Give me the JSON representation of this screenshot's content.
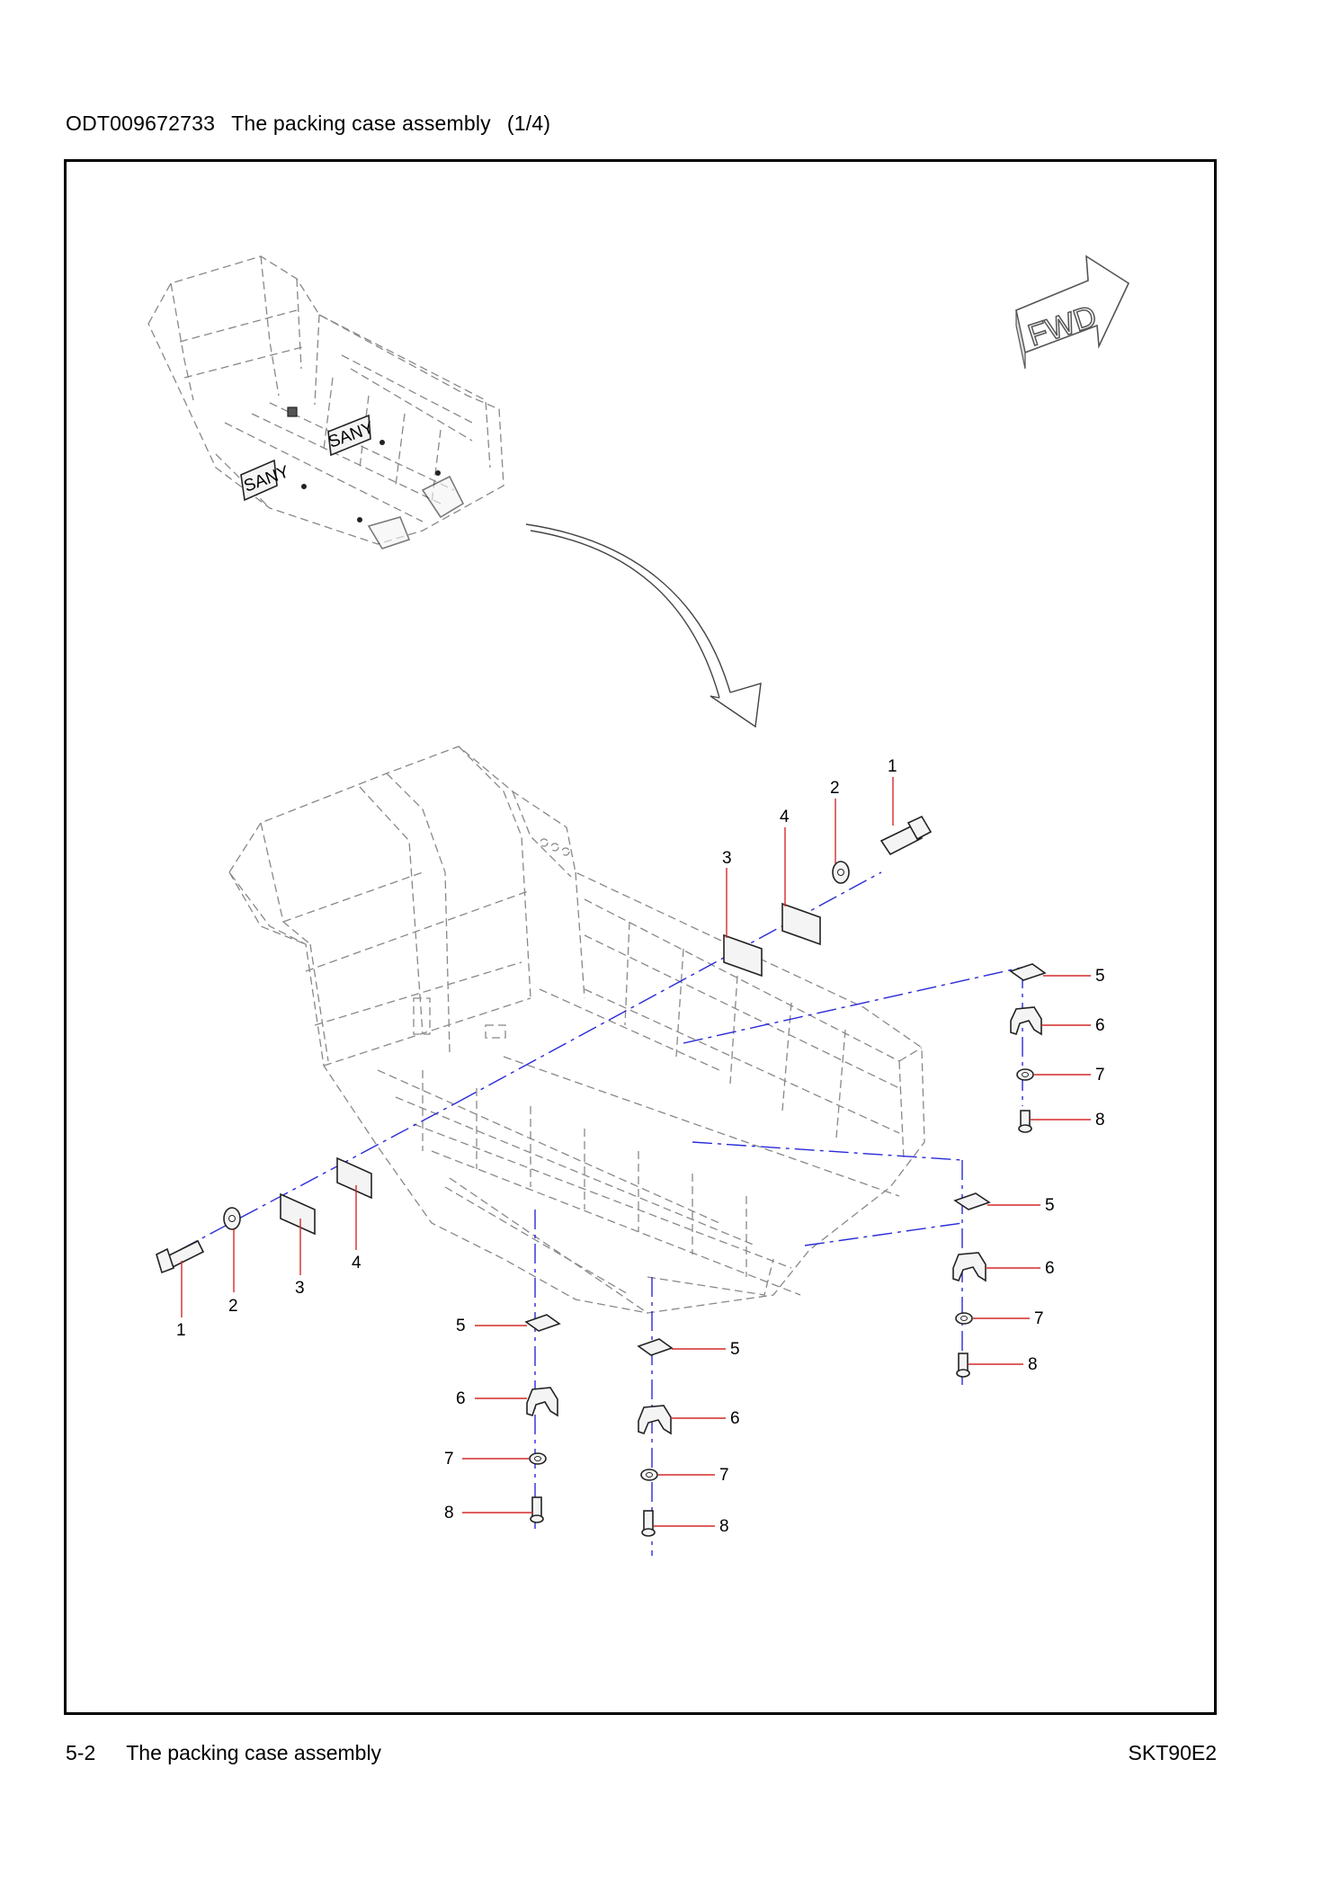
{
  "header": {
    "part_code": "ODT009672733",
    "title": "The packing case assembly",
    "page_fraction": "(1/4)"
  },
  "footer": {
    "section": "5-2",
    "title": "The packing case assembly",
    "model": "SKT90E2"
  },
  "diagram": {
    "direction_label": "FWD",
    "brand_mark": "SANY",
    "callouts": [
      {
        "id": "top-1",
        "label": "1"
      },
      {
        "id": "top-2",
        "label": "2"
      },
      {
        "id": "top-3",
        "label": "3"
      },
      {
        "id": "top-4",
        "label": "4"
      },
      {
        "id": "left-1",
        "label": "1"
      },
      {
        "id": "left-2",
        "label": "2"
      },
      {
        "id": "left-3",
        "label": "3"
      },
      {
        "id": "left-4",
        "label": "4"
      },
      {
        "id": "r1-5",
        "label": "5"
      },
      {
        "id": "r1-6",
        "label": "6"
      },
      {
        "id": "r1-7",
        "label": "7"
      },
      {
        "id": "r1-8",
        "label": "8"
      },
      {
        "id": "r2-5",
        "label": "5"
      },
      {
        "id": "r2-6",
        "label": "6"
      },
      {
        "id": "r2-7",
        "label": "7"
      },
      {
        "id": "r2-8",
        "label": "8"
      },
      {
        "id": "b1-5",
        "label": "5"
      },
      {
        "id": "b1-6",
        "label": "6"
      },
      {
        "id": "b1-7",
        "label": "7"
      },
      {
        "id": "b1-8",
        "label": "8"
      },
      {
        "id": "b2-5",
        "label": "5"
      },
      {
        "id": "b2-6",
        "label": "6"
      },
      {
        "id": "b2-7",
        "label": "7"
      },
      {
        "id": "b2-8",
        "label": "8"
      }
    ]
  }
}
